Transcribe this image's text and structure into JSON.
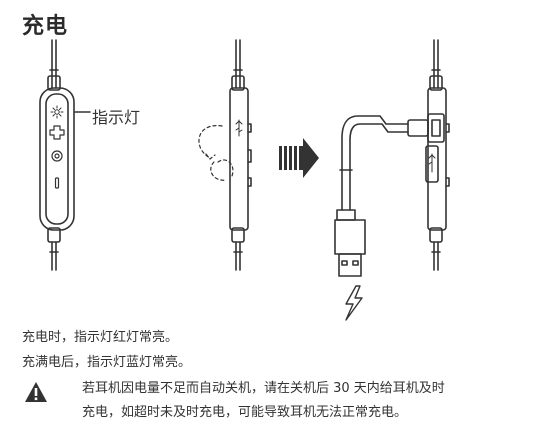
{
  "title": "充电",
  "indicator_label": "指示灯",
  "status_lines": [
    "充电时，指示灯红灯常亮。",
    "充满电后，指示灯蓝灯常亮。"
  ],
  "warning": {
    "icon": "warning-triangle-icon",
    "line1": "若耳机因电量不足而自动关机，请在关机后 30 天内给耳机及时",
    "line2": "充电，如超时未及时充电，可能导致耳机无法正常充电。"
  },
  "colors": {
    "stroke": "#333333",
    "text": "#2b2b2b"
  }
}
